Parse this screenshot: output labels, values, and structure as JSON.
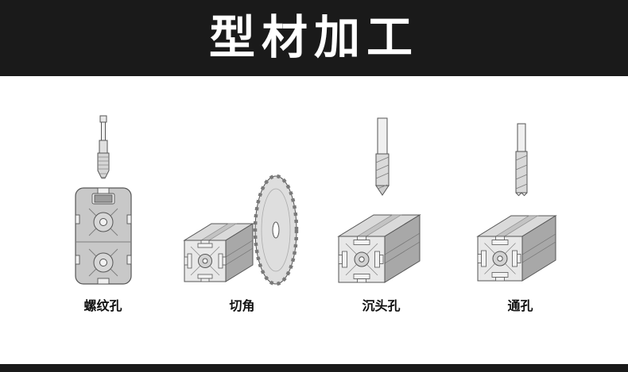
{
  "header": {
    "title": "型材加工",
    "background": "#1a1a1a",
    "text_color": "#ffffff"
  },
  "items": [
    {
      "label": "螺纹孔",
      "icon": "tap-tool-threaded-hole-icon"
    },
    {
      "label": "切角",
      "icon": "saw-blade-corner-cut-icon"
    },
    {
      "label": "沉头孔",
      "icon": "drill-bit-countersunk-hole-icon"
    },
    {
      "label": "通孔",
      "icon": "end-mill-through-hole-icon"
    }
  ],
  "colors": {
    "profile_body": "#c8c8c8",
    "profile_cut_face": "#e8e8e8",
    "profile_side_face": "#a8a8a8",
    "tool_steel": "#dadada",
    "outline": "#555555",
    "footer_background": "#1a1a1a"
  }
}
